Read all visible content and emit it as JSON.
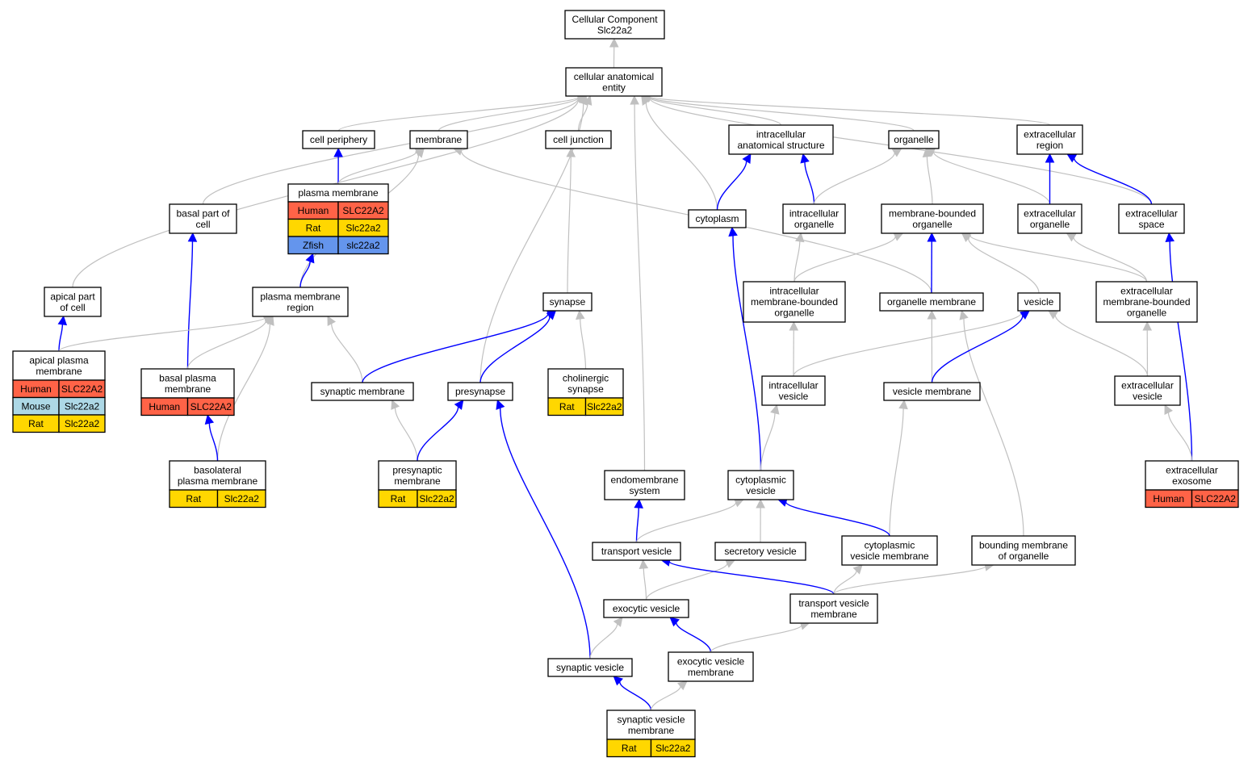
{
  "colors": {
    "gray_edge": "#c0c0c0",
    "blue_edge": "#0000ff",
    "node_border": "#000000",
    "node_fill": "#ffffff",
    "human": "#ff6347",
    "mouse": "#add8e6",
    "rat": "#ffd700",
    "zfish": "#6495ed"
  },
  "nodes": [
    {
      "id": "root",
      "lines": [
        "Cellular Component",
        "Slc22a2"
      ]
    },
    {
      "id": "cae",
      "lines": [
        "cellular anatomical",
        "entity"
      ]
    },
    {
      "id": "cellper",
      "lines": [
        "cell periphery"
      ]
    },
    {
      "id": "membrane",
      "lines": [
        "membrane"
      ]
    },
    {
      "id": "celljunc",
      "lines": [
        "cell junction"
      ]
    },
    {
      "id": "ias",
      "lines": [
        "intracellular",
        "anatomical structure"
      ]
    },
    {
      "id": "organelle",
      "lines": [
        "organelle"
      ]
    },
    {
      "id": "extreg",
      "lines": [
        "extracellular",
        "region"
      ]
    },
    {
      "id": "pm",
      "lines": [
        "plasma membrane"
      ],
      "genes": [
        {
          "species": "Human",
          "gene": "SLC22A2"
        },
        {
          "species": "Rat",
          "gene": "Slc22a2"
        },
        {
          "species": "Zfish",
          "gene": "slc22a2"
        }
      ]
    },
    {
      "id": "basalpart",
      "lines": [
        "basal part of",
        "cell"
      ]
    },
    {
      "id": "cytoplasm",
      "lines": [
        "cytoplasm"
      ]
    },
    {
      "id": "intorg",
      "lines": [
        "intracellular",
        "organelle"
      ]
    },
    {
      "id": "mbo",
      "lines": [
        "membrane-bounded",
        "organelle"
      ]
    },
    {
      "id": "extorg",
      "lines": [
        "extracellular",
        "organelle"
      ]
    },
    {
      "id": "extspace",
      "lines": [
        "extracellular",
        "space"
      ]
    },
    {
      "id": "apicalpart",
      "lines": [
        "apical part",
        "of cell"
      ]
    },
    {
      "id": "pmr",
      "lines": [
        "plasma membrane",
        "region"
      ]
    },
    {
      "id": "synapse",
      "lines": [
        "synapse"
      ]
    },
    {
      "id": "imbo",
      "lines": [
        "intracellular",
        "membrane-bounded",
        "organelle"
      ]
    },
    {
      "id": "orgmem",
      "lines": [
        "organelle membrane"
      ]
    },
    {
      "id": "vesicle",
      "lines": [
        "vesicle"
      ]
    },
    {
      "id": "embo",
      "lines": [
        "extracellular",
        "membrane-bounded",
        "organelle"
      ]
    },
    {
      "id": "apm",
      "lines": [
        "apical plasma",
        "membrane"
      ],
      "genes": [
        {
          "species": "Human",
          "gene": "SLC22A2"
        },
        {
          "species": "Mouse",
          "gene": "Slc22a2"
        },
        {
          "species": "Rat",
          "gene": "Slc22a2"
        }
      ]
    },
    {
      "id": "bpm",
      "lines": [
        "basal plasma",
        "membrane"
      ],
      "genes": [
        {
          "species": "Human",
          "gene": "SLC22A2"
        }
      ]
    },
    {
      "id": "synmem",
      "lines": [
        "synaptic membrane"
      ]
    },
    {
      "id": "presyn",
      "lines": [
        "presynapse"
      ]
    },
    {
      "id": "cholsyn",
      "lines": [
        "cholinergic",
        "synapse"
      ],
      "genes": [
        {
          "species": "Rat",
          "gene": "Slc22a2"
        }
      ]
    },
    {
      "id": "intves",
      "lines": [
        "intracellular",
        "vesicle"
      ]
    },
    {
      "id": "vesmem",
      "lines": [
        "vesicle membrane"
      ]
    },
    {
      "id": "extves",
      "lines": [
        "extracellular",
        "vesicle"
      ]
    },
    {
      "id": "blpm",
      "lines": [
        "basolateral",
        "plasma membrane"
      ],
      "genes": [
        {
          "species": "Rat",
          "gene": "Slc22a2"
        }
      ]
    },
    {
      "id": "presynmem",
      "lines": [
        "presynaptic",
        "membrane"
      ],
      "genes": [
        {
          "species": "Rat",
          "gene": "Slc22a2"
        }
      ]
    },
    {
      "id": "endosys",
      "lines": [
        "endomembrane",
        "system"
      ]
    },
    {
      "id": "cytves",
      "lines": [
        "cytoplasmic",
        "vesicle"
      ]
    },
    {
      "id": "extexo",
      "lines": [
        "extracellular",
        "exosome"
      ],
      "genes": [
        {
          "species": "Human",
          "gene": "SLC22A2"
        }
      ]
    },
    {
      "id": "transves",
      "lines": [
        "transport vesicle"
      ]
    },
    {
      "id": "secves",
      "lines": [
        "secretory vesicle"
      ]
    },
    {
      "id": "cvm",
      "lines": [
        "cytoplasmic",
        "vesicle membrane"
      ]
    },
    {
      "id": "bmo",
      "lines": [
        "bounding membrane",
        "of organelle"
      ]
    },
    {
      "id": "exoves",
      "lines": [
        "exocytic vesicle"
      ]
    },
    {
      "id": "tvm",
      "lines": [
        "transport vesicle",
        "membrane"
      ]
    },
    {
      "id": "synves",
      "lines": [
        "synaptic vesicle"
      ]
    },
    {
      "id": "evm",
      "lines": [
        "exocytic vesicle",
        "membrane"
      ]
    },
    {
      "id": "svm",
      "lines": [
        "synaptic vesicle",
        "membrane"
      ],
      "genes": [
        {
          "species": "Rat",
          "gene": "Slc22a2"
        }
      ]
    }
  ],
  "edges": [
    {
      "from": "cae",
      "to": "root",
      "type": "gray"
    },
    {
      "from": "cellper",
      "to": "cae",
      "type": "gray"
    },
    {
      "from": "membrane",
      "to": "cae",
      "type": "gray"
    },
    {
      "from": "celljunc",
      "to": "cae",
      "type": "gray"
    },
    {
      "from": "ias",
      "to": "cae",
      "type": "gray"
    },
    {
      "from": "organelle",
      "to": "cae",
      "type": "gray"
    },
    {
      "from": "extreg",
      "to": "cae",
      "type": "gray"
    },
    {
      "from": "basalpart",
      "to": "cae",
      "type": "gray"
    },
    {
      "from": "apicalpart",
      "to": "cae",
      "type": "gray"
    },
    {
      "from": "presyn",
      "to": "cae",
      "type": "gray"
    },
    {
      "from": "endosys",
      "to": "cae",
      "type": "gray"
    },
    {
      "from": "cytoplasm",
      "to": "cae",
      "type": "gray"
    },
    {
      "from": "extspace",
      "to": "cae",
      "type": "gray"
    },
    {
      "from": "pm",
      "to": "cellper",
      "type": "blue"
    },
    {
      "from": "pm",
      "to": "membrane",
      "type": "gray"
    },
    {
      "from": "pmr",
      "to": "membrane",
      "type": "gray"
    },
    {
      "from": "orgmem",
      "to": "membrane",
      "type": "gray"
    },
    {
      "from": "synapse",
      "to": "celljunc",
      "type": "gray"
    },
    {
      "from": "cytoplasm",
      "to": "ias",
      "type": "blue"
    },
    {
      "from": "intorg",
      "to": "ias",
      "type": "blue"
    },
    {
      "from": "intorg",
      "to": "organelle",
      "type": "gray"
    },
    {
      "from": "mbo",
      "to": "organelle",
      "type": "gray"
    },
    {
      "from": "extorg",
      "to": "organelle",
      "type": "gray"
    },
    {
      "from": "extorg",
      "to": "extreg",
      "type": "blue"
    },
    {
      "from": "extspace",
      "to": "extreg",
      "type": "blue"
    },
    {
      "from": "bpm",
      "to": "basalpart",
      "type": "blue"
    },
    {
      "from": "cytves",
      "to": "cytoplasm",
      "type": "blue"
    },
    {
      "from": "imbo",
      "to": "intorg",
      "type": "gray"
    },
    {
      "from": "imbo",
      "to": "mbo",
      "type": "gray"
    },
    {
      "from": "orgmem",
      "to": "mbo",
      "type": "blue"
    },
    {
      "from": "vesicle",
      "to": "mbo",
      "type": "gray"
    },
    {
      "from": "embo",
      "to": "mbo",
      "type": "gray"
    },
    {
      "from": "embo",
      "to": "extorg",
      "type": "gray"
    },
    {
      "from": "extexo",
      "to": "extspace",
      "type": "blue"
    },
    {
      "from": "apm",
      "to": "apicalpart",
      "type": "blue"
    },
    {
      "from": "pmr",
      "to": "pm",
      "type": "blue"
    },
    {
      "from": "apm",
      "to": "pmr",
      "type": "gray"
    },
    {
      "from": "bpm",
      "to": "pmr",
      "type": "gray"
    },
    {
      "from": "blpm",
      "to": "pmr",
      "type": "gray"
    },
    {
      "from": "synmem",
      "to": "pmr",
      "type": "gray"
    },
    {
      "from": "synmem",
      "to": "synapse",
      "type": "blue"
    },
    {
      "from": "presyn",
      "to": "synapse",
      "type": "blue"
    },
    {
      "from": "cholsyn",
      "to": "synapse",
      "type": "gray"
    },
    {
      "from": "intves",
      "to": "imbo",
      "type": "gray"
    },
    {
      "from": "intves",
      "to": "vesicle",
      "type": "gray"
    },
    {
      "from": "vesmem",
      "to": "orgmem",
      "type": "gray"
    },
    {
      "from": "bmo",
      "to": "orgmem",
      "type": "gray"
    },
    {
      "from": "vesmem",
      "to": "vesicle",
      "type": "blue"
    },
    {
      "from": "extves",
      "to": "vesicle",
      "type": "gray"
    },
    {
      "from": "extves",
      "to": "embo",
      "type": "gray"
    },
    {
      "from": "blpm",
      "to": "bpm",
      "type": "blue"
    },
    {
      "from": "presynmem",
      "to": "synmem",
      "type": "gray"
    },
    {
      "from": "presynmem",
      "to": "presyn",
      "type": "blue"
    },
    {
      "from": "synves",
      "to": "presyn",
      "type": "blue"
    },
    {
      "from": "cytves",
      "to": "intves",
      "type": "gray"
    },
    {
      "from": "cvm",
      "to": "vesmem",
      "type": "gray"
    },
    {
      "from": "extexo",
      "to": "extves",
      "type": "gray"
    },
    {
      "from": "transves",
      "to": "endosys",
      "type": "blue"
    },
    {
      "from": "transves",
      "to": "cytves",
      "type": "gray"
    },
    {
      "from": "secves",
      "to": "cytves",
      "type": "gray"
    },
    {
      "from": "cvm",
      "to": "cytves",
      "type": "blue"
    },
    {
      "from": "exoves",
      "to": "transves",
      "type": "gray"
    },
    {
      "from": "exoves",
      "to": "secves",
      "type": "gray"
    },
    {
      "from": "tvm",
      "to": "transves",
      "type": "blue"
    },
    {
      "from": "tvm",
      "to": "cvm",
      "type": "gray"
    },
    {
      "from": "tvm",
      "to": "bmo",
      "type": "gray"
    },
    {
      "from": "synves",
      "to": "exoves",
      "type": "gray"
    },
    {
      "from": "evm",
      "to": "exoves",
      "type": "blue"
    },
    {
      "from": "evm",
      "to": "tvm",
      "type": "gray"
    },
    {
      "from": "svm",
      "to": "synves",
      "type": "blue"
    },
    {
      "from": "svm",
      "to": "evm",
      "type": "gray"
    }
  ]
}
